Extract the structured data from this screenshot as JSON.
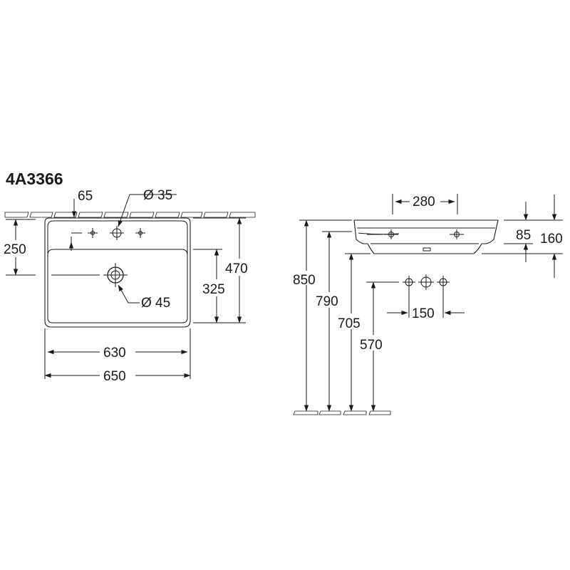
{
  "model": "4A3366",
  "front_view": {
    "dim_65": "65",
    "dim_dia35": "Ø 35",
    "dim_250": "250",
    "dim_470": "470",
    "dim_325": "325",
    "dim_dia45": "Ø 45",
    "dim_630": "630",
    "dim_650": "650"
  },
  "side_view": {
    "dim_280": "280",
    "dim_85": "85",
    "dim_160": "160",
    "dim_850": "850",
    "dim_790": "790",
    "dim_705": "705",
    "dim_570": "570",
    "dim_150": "150"
  },
  "colors": {
    "line": "#1a1a1a",
    "background": "#ffffff"
  },
  "icons": [
    "tap-hole-icon",
    "drain-outlet-icon",
    "arrow-icon"
  ]
}
